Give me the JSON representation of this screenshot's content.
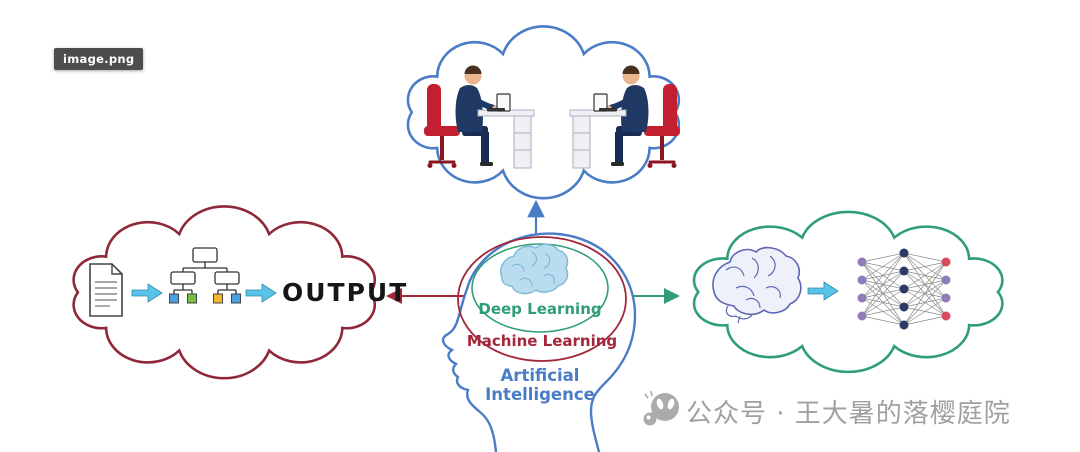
{
  "overlay": {
    "filename_badge": "image.png"
  },
  "diagram": {
    "head": {
      "outline_color": "#4a7cc7",
      "rings": {
        "deep_learning": {
          "label": "Deep Learning",
          "color": "#2f9e77"
        },
        "machine_learning": {
          "label": "Machine Learning",
          "color": "#a3273a"
        },
        "artificial_intelligence": {
          "label": "Artificial Intelligence",
          "color": "#4a7cc7"
        }
      },
      "brain_icon_color": "#b9dcee"
    },
    "left_cloud": {
      "border_color": "#8f2838",
      "output_label": "OUTPUT",
      "icons": [
        "document-icon",
        "flow-arrow-icon",
        "decision-tree-icon",
        "flow-arrow-icon"
      ]
    },
    "top_cloud": {
      "border_color": "#4a7cc7",
      "icons": [
        "two-people-working-at-computers"
      ]
    },
    "right_cloud": {
      "border_color": "#2f9e77",
      "icons": [
        "brain-icon",
        "flow-arrow-icon",
        "neural-network-icon"
      ],
      "neural_network": {
        "layers": [
          4,
          5,
          4
        ],
        "layer_colors": [
          "#8f7bb8",
          "#2e3a66",
          "#d84b5f"
        ],
        "output_colors": [
          "#d84b5f",
          "#8f7bb8",
          "#8f7bb8",
          "#d84b5f"
        ]
      }
    },
    "flow_arrow_color": "#59c2e6"
  },
  "watermark": {
    "text": "公众号 · 王大暑的落樱庭院",
    "color": "#a0a0a0"
  }
}
